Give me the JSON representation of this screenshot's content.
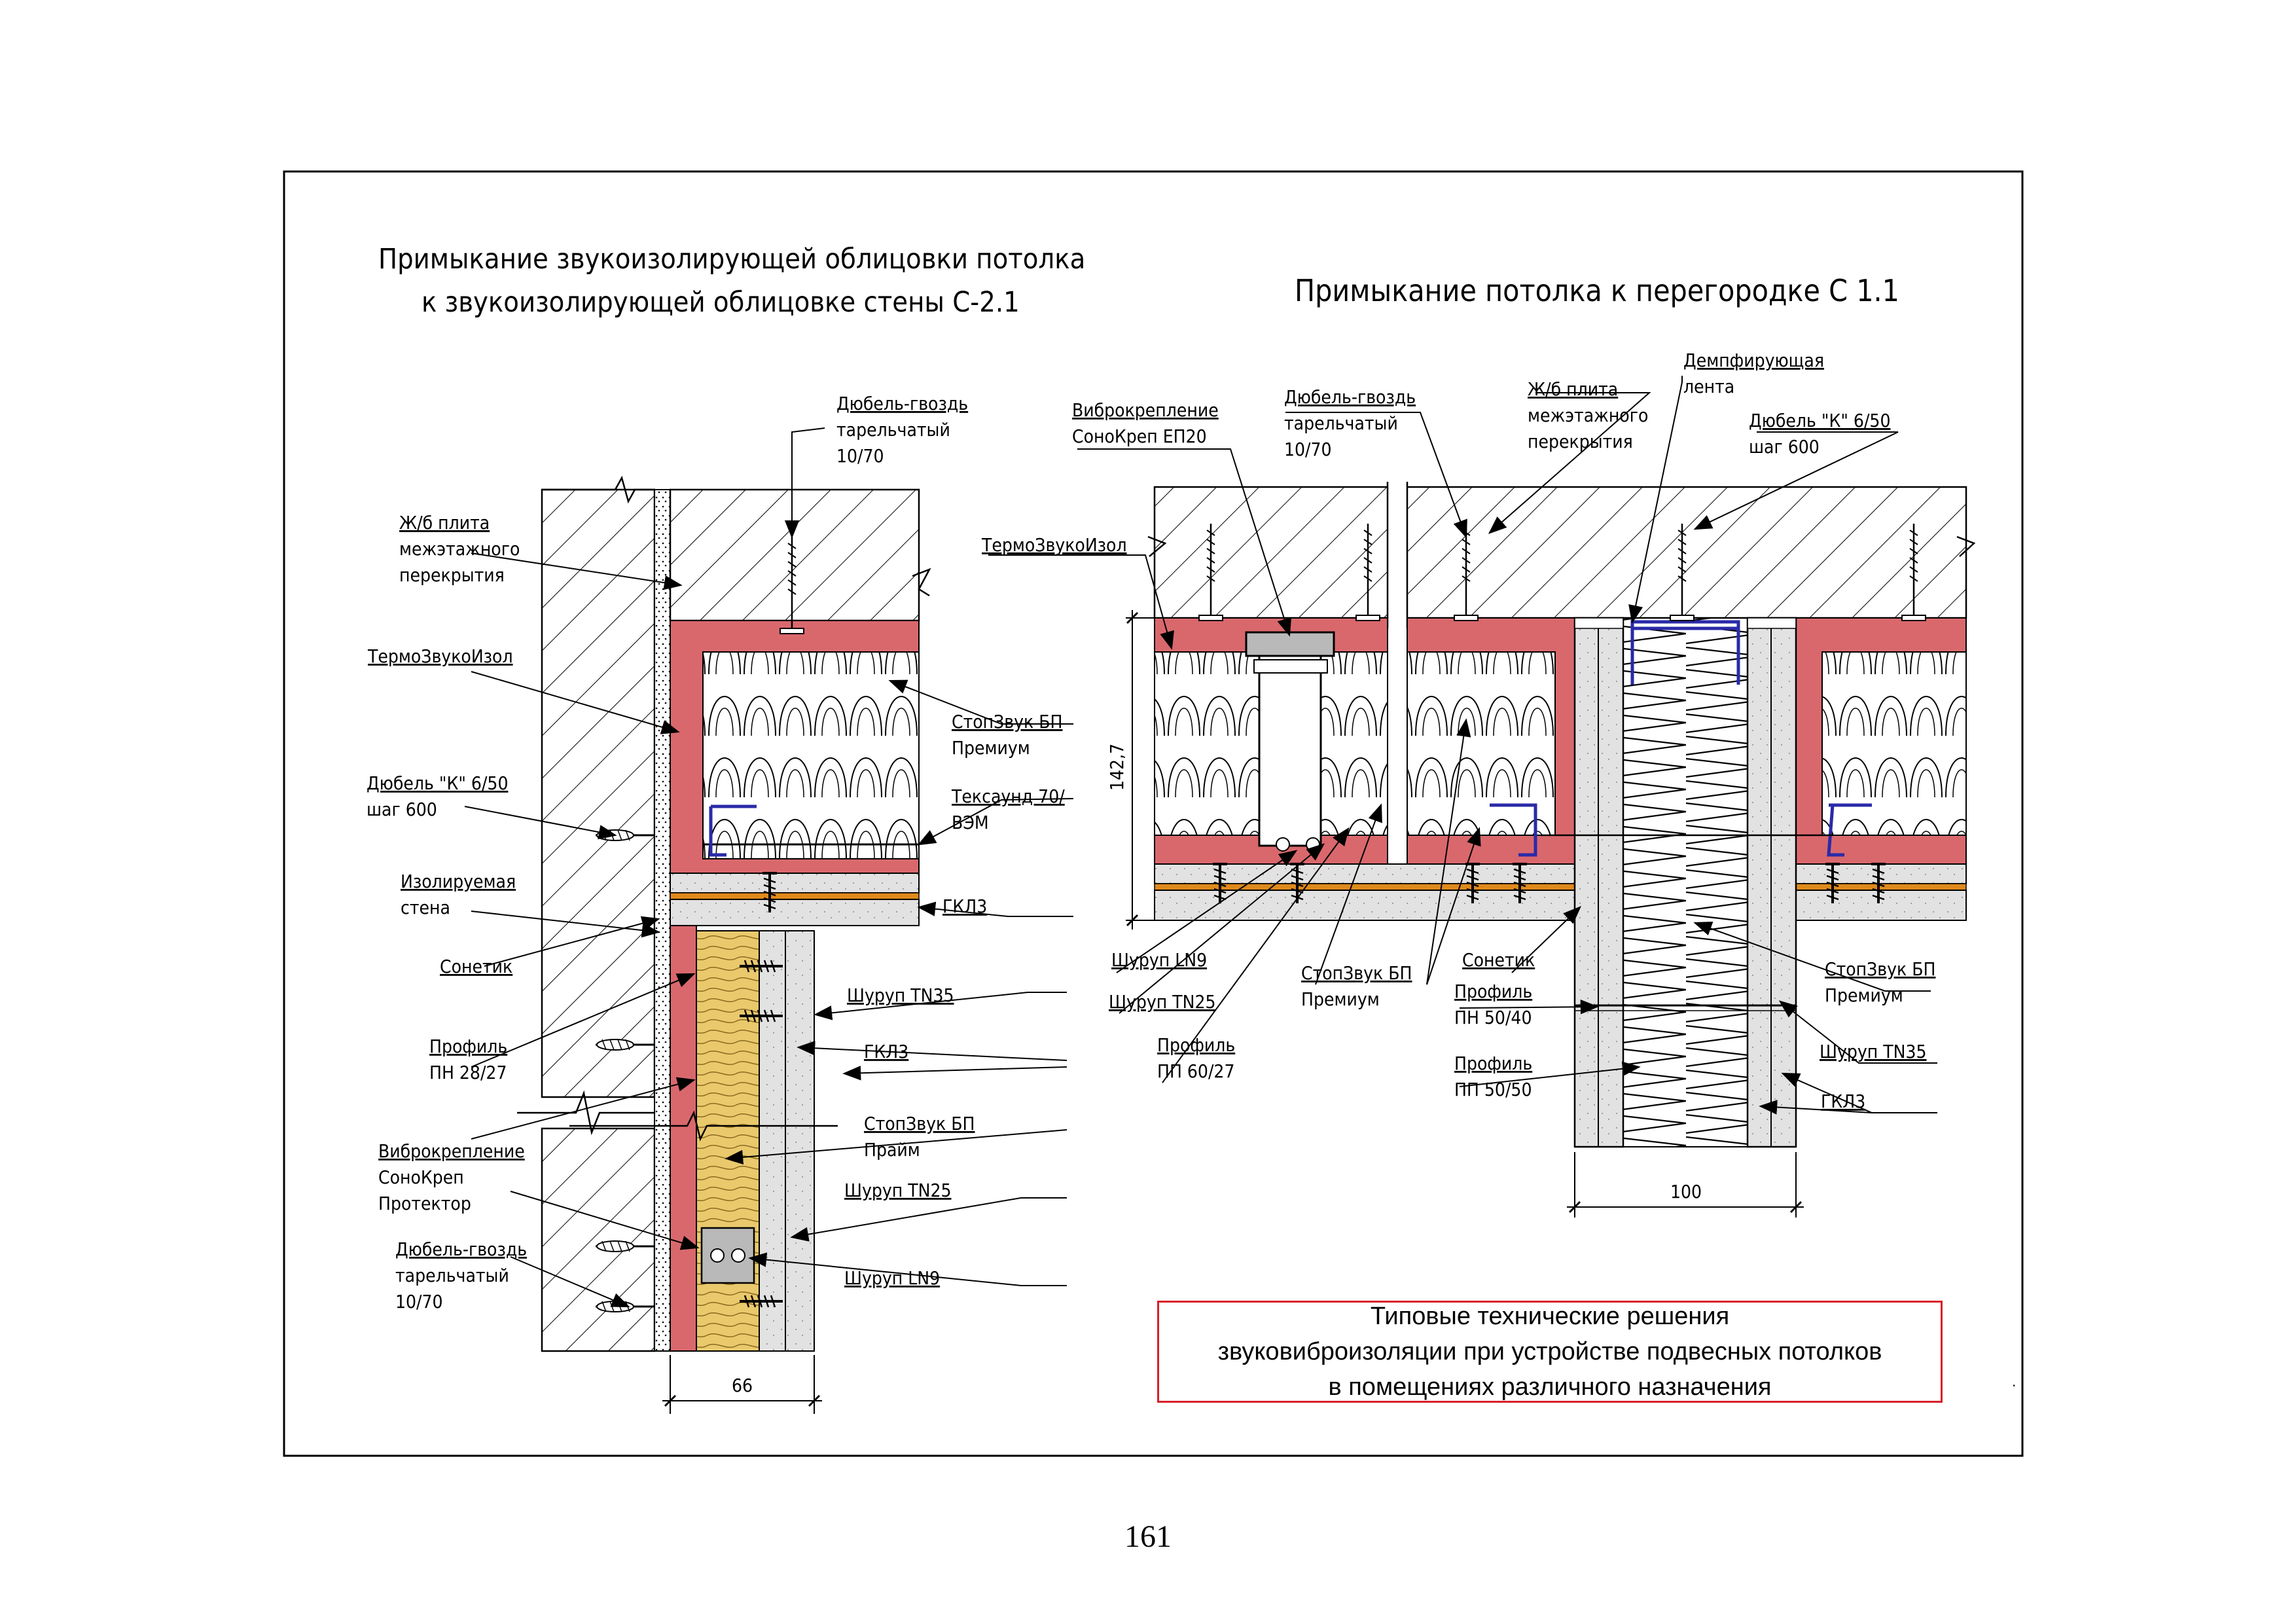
{
  "colors": {
    "insulation_red": "#d9686d",
    "foam_insulation_yellow": "#e9c96c",
    "gkl_grey": "#e2e2e2",
    "tape_orange": "#e08a1c",
    "vibromount_grey": "#b9b9b9",
    "profile_blue": "#2a2aa8",
    "stamp_border": "#d8202a"
  },
  "left": {
    "title_line1": "Примыкание звукоизолирующей облицовки потолка",
    "title_line2": "к звукоизолирующей облицовке стены С-2.1",
    "labels": {
      "dowel_nail_1": "Дюбель-гвоздь",
      "dowel_nail_2": "тарельчатый",
      "dowel_nail_3": "10/70",
      "slab_1": "Ж/б плита",
      "slab_2": "межэтажного",
      "slab_3": "перекрытия",
      "thermo": "ТермоЗвукоИзол",
      "dowel_k_1": "Дюбель \"К\" 6/50",
      "dowel_k_2": "шаг 600",
      "wall_1": "Изолируемая",
      "wall_2": "стена",
      "sonetik": "Сонетик",
      "profile_1": "Профиль",
      "profile_2": "ПН 28/27",
      "vibro_1": "Виброкрепление",
      "vibro_2": "СоноКреп",
      "vibro_3": "Протектор",
      "dowel_nail_b_1": "Дюбель-гвоздь",
      "dowel_nail_b_2": "тарельчатый",
      "dowel_nail_b_3": "10/70",
      "stopzvuk_prem_1": "СтопЗвук БП",
      "stopzvuk_prem_2": "Премиум",
      "teksound_1": "Тексаунд 70/",
      "teksound_2": "ВЭМ",
      "gkl": "ГКЛ3",
      "screw_tn35": "Шуруп TN35",
      "gkl2": "ГКЛ3",
      "stopzvuk_prime_1": "СтопЗвук БП",
      "stopzvuk_prime_2": "Прайм",
      "screw_tn25": "Шуруп TN25",
      "screw_ln9": "Шуруп LN9"
    },
    "dim_width": "66"
  },
  "right": {
    "title": "Примыкание потолка к перегородке С 1.1",
    "labels": {
      "vibro_1": "Виброкрепление",
      "vibro_2": "СоноКреп ЕП20",
      "dowel_nail_1": "Дюбель-гвоздь",
      "dowel_nail_2": "тарельчатый",
      "dowel_nail_3": "10/70",
      "slab_1": "Ж/б плита",
      "slab_2": "межэтажного",
      "slab_3": "перекрытия",
      "damp_1": "Демпфирующая",
      "damp_2": "лента",
      "dowel_k_1": "Дюбель \"К\" 6/50",
      "dowel_k_2": "шаг 600",
      "thermo": "ТермоЗвукоИзол",
      "screw_ln9": "Шуруп LN9",
      "screw_tn25": "Шуруп TN25",
      "profile_pp_1": "Профиль",
      "profile_pp_2": "ПП 60/27",
      "stopzvuk_1": "СтопЗвук БП",
      "stopzvuk_2": "Премиум",
      "sonetik": "Сонетик",
      "profile_pn_1": "Профиль",
      "profile_pn_2": "ПН 50/40",
      "profile_pp50_1": "Профиль",
      "profile_pp50_2": "ПП 50/50",
      "stopzvuk_r_1": "СтопЗвук БП",
      "stopzvuk_r_2": "Премиум",
      "screw_tn35": "Шуруп TN35",
      "gkl": "ГКЛ3"
    },
    "dim_height": "142,7",
    "dim_width": "100"
  },
  "stamp": {
    "line1": "Типовые технические решения",
    "line2": "звуковиброизоляции при устройстве подвесных потолков",
    "line3": "в помещениях различного назначения"
  },
  "page_number": "161"
}
